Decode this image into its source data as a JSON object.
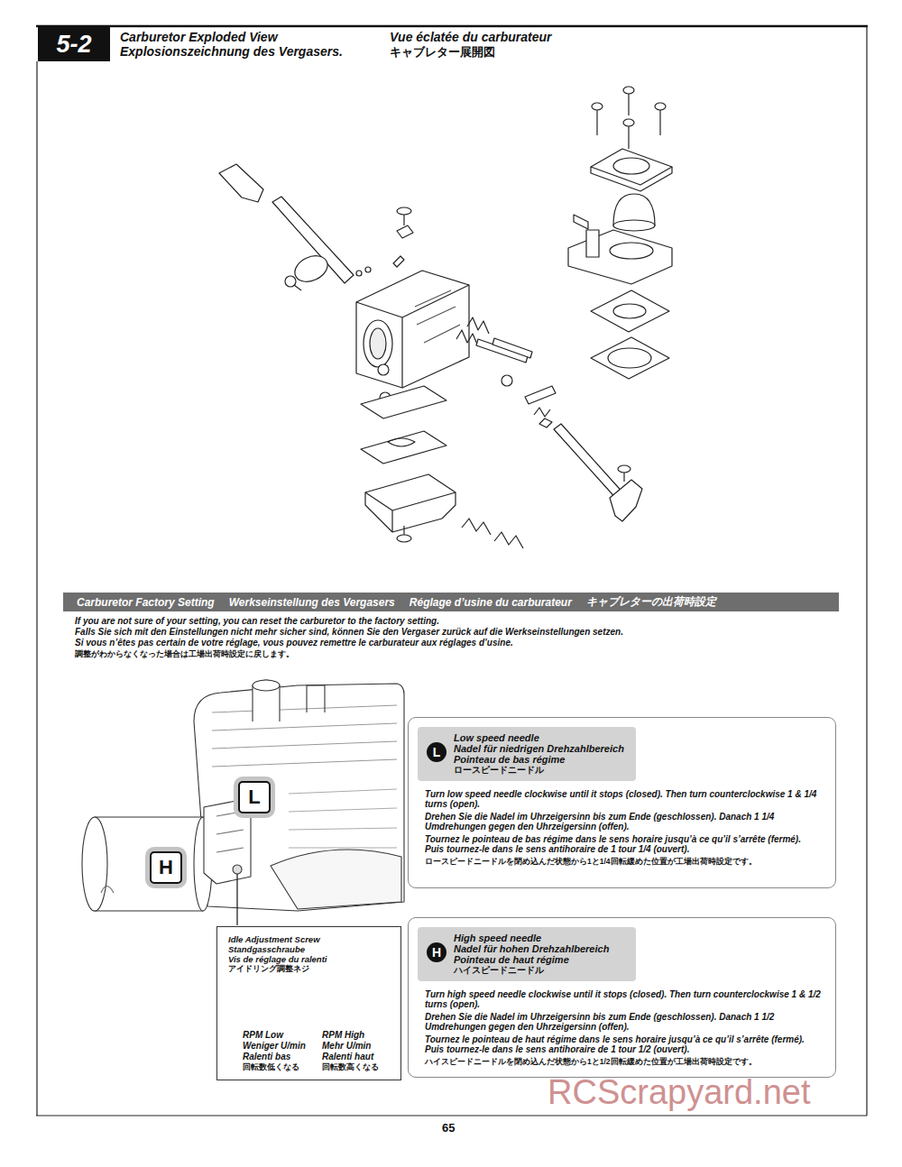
{
  "diagram": {
    "title": "Carburetor Exploded View",
    "nodes": [
      {
        "text": [
          "5-2"
        ]
      },
      {
        "text": [
          "Carburetor Factory Setting",
          "Werkseinstellung des Vergasers",
          "Réglage d’usine du carburateur",
          "キャブレターの出荷時設定"
        ]
      },
      {
        "text": [
          "L"
        ]
      },
      {
        "text": [
          "H"
        ]
      },
      {
        "text": [
          "Idle Adjustment Screw",
          "Standgasschraube",
          "Vis de réglage du ralenti",
          "アイドリング調整ネジ",
          "RPM Low",
          "Weniger U/min",
          "Ralenti bas",
          "回転数低くなる",
          "RPM High",
          "Mehr U/min",
          "Ralenti haut",
          "回転数高くなる"
        ]
      },
      {
        "text": [
          "Turn low speed needle clockwise until it stops (closed). Then turn counterclockwise 1 & 1/4 turns (open).",
          "Drehen Sie die Nadel im Uhrzeigersinn bis zum Ende (geschlossen). Danach 1 1/4 Umdrehungen gegen den Uhrzeigersinn (offen).",
          "Tournez le pointeau de bas régime dans le sens horaire jusqu’à ce qu’il s’arrête (fermé). Puis tournez-le dans le sens antihoraire de 1 tour 1/4 (ouvert).",
          "ロースピードニードルを閉め込んだ状態から1と1/4回転緩めた位置が工場出荷時設定です。"
        ]
      },
      {
        "text": [
          "Low speed needle",
          "Nadel für niedrigen Drehzahlbereich",
          "Pointeau de bas régime",
          "ロースピードニードル"
        ],
        "in": 5
      },
      {
        "text": [
          "L"
        ],
        "in": 6
      },
      {
        "text": [
          "Turn high speed needle clockwise until it stops (closed). Then turn counterclockwise 1 & 1/2 turns (open).",
          "Drehen Sie die Nadel im Uhrzeigersinn bis zum Ende (geschlossen). Danach 1 1/2 Umdrehungen gegen den Uhrzeigersinn (offen).",
          "Tournez le pointeau de haut régime dans le sens horaire jusqu’à ce qu’il s’arrête (fermé). Puis tournez-le dans le sens antihoraire de 1 tour 1/2 (ouvert).",
          "ハイスピードニードルを閉め込んだ状態から1と1/2回転緩めた位置が工場出荷時設定です。"
        ]
      },
      {
        "text": [
          "High speed needle",
          "Nadel für hohen Drehzahlbereich",
          "Pointeau de haut régime",
          "ハイスピードニードル"
        ],
        "in": 8
      },
      {
        "text": [
          "H"
        ],
        "in": 9
      }
    ],
    "labels": [
      "Explosionszeichnung des Vergasers.",
      "Vue éclatée du carburateur",
      "キャブレター展開図",
      "If you are not sure of your setting, you can reset the carburetor to the factory setting.",
      "Falls Sie sich mit den Einstellungen nicht mehr sicher sind, können Sie den Vergaser zurück auf die Werkseinstellungen setzen.",
      "Si vous n’êtes pas certain de votre réglage, vous pouvez remettre le carburateur aux réglages d’usine.",
      "調整がわからなくなった場合は工場出荷時設定に戻します。",
      "65",
      "RCScrapyard.net"
    ]
  }
}
